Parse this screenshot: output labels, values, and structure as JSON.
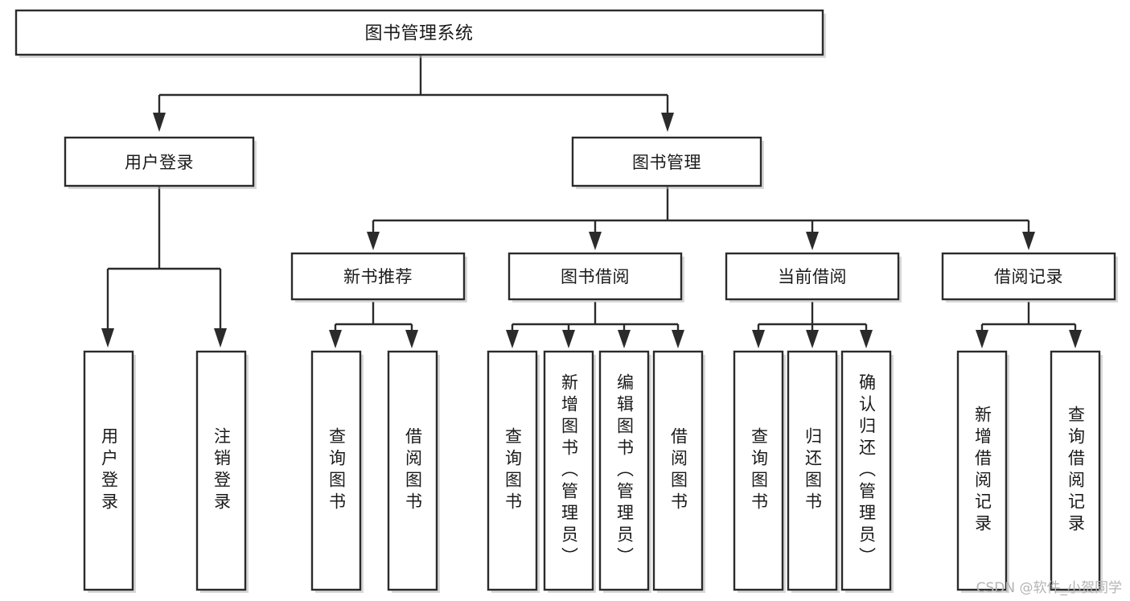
{
  "diagram": {
    "title": "图书管理系统",
    "type": "tree-hierarchy",
    "root": {
      "label": "图书管理系统"
    },
    "level2": [
      {
        "label": "用户登录"
      },
      {
        "label": "图书管理"
      }
    ],
    "level3": [
      {
        "label": "新书推荐"
      },
      {
        "label": "图书借阅"
      },
      {
        "label": "当前借阅"
      },
      {
        "label": "借阅记录"
      }
    ],
    "leaves_user_login": [
      {
        "label": "用户登录"
      },
      {
        "label": "注销登录"
      }
    ],
    "leaves_new_book": [
      {
        "label": "查询图书"
      },
      {
        "label": "借阅图书"
      }
    ],
    "leaves_borrow": [
      {
        "label": "查询图书"
      },
      {
        "label": "新增图书（管理员）"
      },
      {
        "label": "编辑图书（管理员）"
      },
      {
        "label": "借阅图书"
      }
    ],
    "leaves_current": [
      {
        "label": "查询图书"
      },
      {
        "label": "归还图书"
      },
      {
        "label": "确认归还（管理员）"
      }
    ],
    "leaves_record": [
      {
        "label": "新增借阅记录"
      },
      {
        "label": "查询借阅记录"
      }
    ]
  },
  "watermark": {
    "text": "CSDN @软件_小贺同学"
  },
  "colors": {
    "stroke": "#2b2b2b",
    "fill": "#ffffff",
    "text": "#1a1a1a",
    "watermark": "#b4b4b4"
  }
}
